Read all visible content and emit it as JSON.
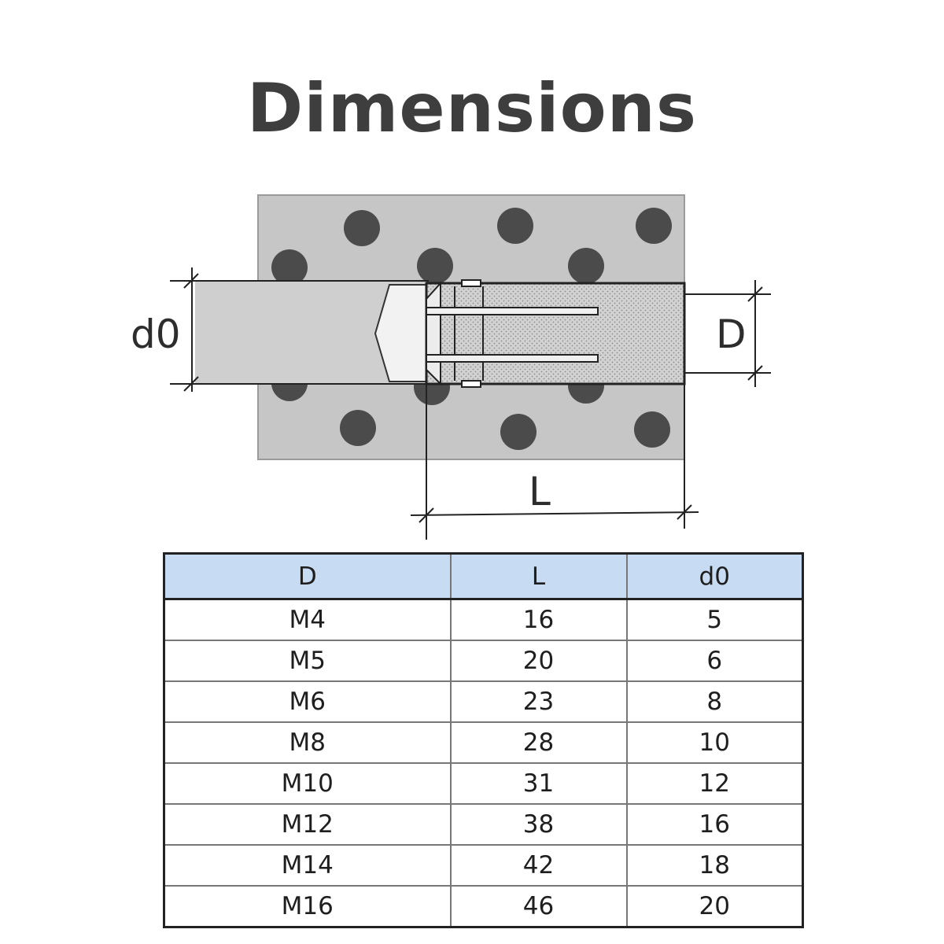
{
  "title": "Dimensions",
  "diagram": {
    "labels": {
      "d0": "d0",
      "D": "D",
      "L": "L"
    },
    "colors": {
      "concrete": "#c6c6c6",
      "aggregate": "#4b4b4b",
      "anchor": "#d4d4d4",
      "lines": "#222222"
    }
  },
  "table": {
    "headers": [
      "D",
      "L",
      "d0"
    ],
    "rows": [
      [
        "M4",
        "16",
        "5"
      ],
      [
        "M5",
        "20",
        "6"
      ],
      [
        "M6",
        "23",
        "8"
      ],
      [
        "M8",
        "28",
        "10"
      ],
      [
        "M10",
        "31",
        "12"
      ],
      [
        "M12",
        "38",
        "16"
      ],
      [
        "M14",
        "42",
        "18"
      ],
      [
        "M16",
        "46",
        "20"
      ]
    ],
    "header_color": "#c7dcf3"
  }
}
